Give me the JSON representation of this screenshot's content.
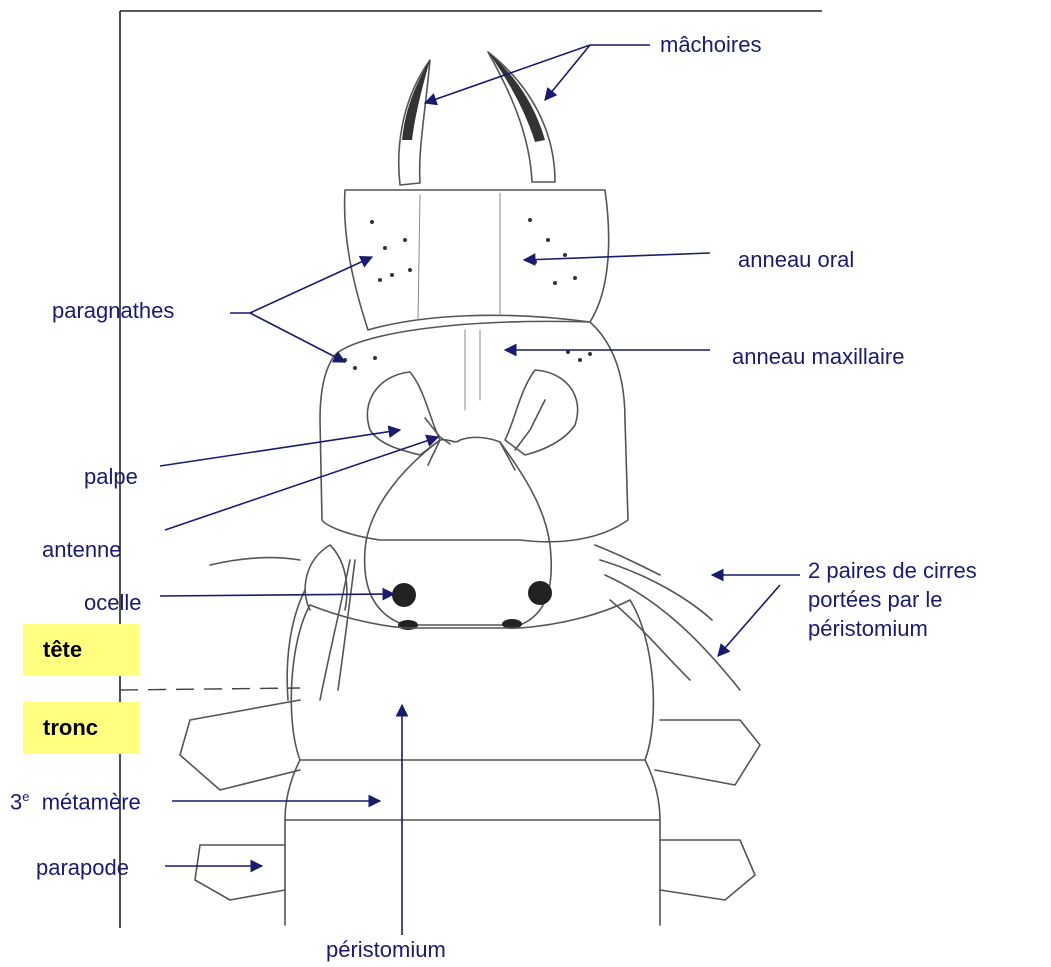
{
  "labels": {
    "machoires": "mâchoires",
    "anneau_oral": "anneau oral",
    "paragnathes": "paragnathes",
    "anneau_maxillaire": "anneau maxillaire",
    "palpe": "palpe",
    "antenne": "antenne",
    "cirres_line1": "2 paires de cirres",
    "cirres_line2": "portées par le",
    "cirres_line3": "péristomium",
    "ocelle": "ocelle",
    "tete": "tête",
    "tronc": "tronc",
    "metamere_num": "3",
    "metamere_sup": "e",
    "metamere_word": "métamère",
    "parapode": "parapode",
    "peristomium": "péristomium"
  },
  "colors": {
    "label_text": "#1a1a6e",
    "box_fill": "#ffff80",
    "drawing_ink": "#555555"
  }
}
